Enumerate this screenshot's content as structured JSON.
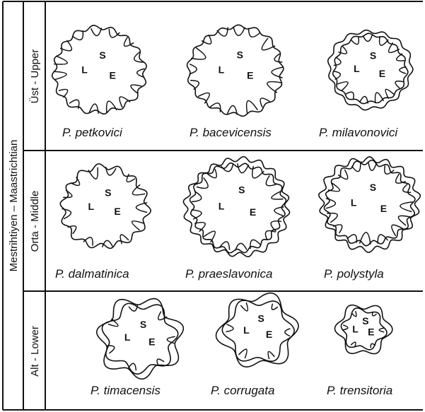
{
  "group_label": "Mestrihtiyen  –  Maastrichtian",
  "stages": [
    {
      "label": "Üst - Upper",
      "species": [
        {
          "name": "P. petkovici",
          "marks": [
            "L",
            "S",
            "E"
          ]
        },
        {
          "name": "P. bacevicensis",
          "marks": [
            "L",
            "S",
            "E"
          ]
        },
        {
          "name": "P. milavonovici",
          "marks": [
            "L",
            "S",
            "E"
          ]
        }
      ]
    },
    {
      "label": "Orta - Middle",
      "species": [
        {
          "name": "P. dalmatinica",
          "marks": [
            "L",
            "S",
            "E"
          ]
        },
        {
          "name": "P. praeslavonica",
          "marks": [
            "L",
            "S",
            "E"
          ]
        },
        {
          "name": "P. polystyla",
          "marks": [
            "L",
            "S",
            "E"
          ]
        }
      ]
    },
    {
      "label": "Alt - Lower",
      "species": [
        {
          "name": "P. timacensis",
          "marks": [
            "L",
            "S",
            "E"
          ]
        },
        {
          "name": "P. corrugata",
          "marks": [
            "L",
            "S",
            "E"
          ]
        },
        {
          "name": "P. trensitoria",
          "marks": [
            "L",
            "S",
            "E"
          ]
        }
      ]
    }
  ]
}
